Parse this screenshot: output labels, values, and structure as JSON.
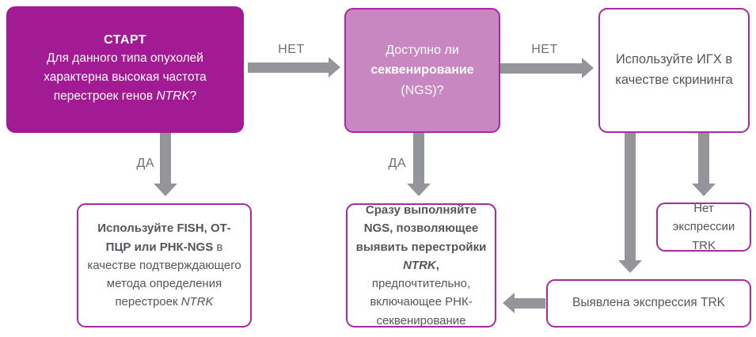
{
  "diagram_title": "NTRK testing decision flowchart",
  "colors": {
    "start_fill": "#a21b94",
    "question_fill": "#c987c1",
    "node_border": "#a929a0",
    "arrow_gray": "#939598",
    "label_gray": "#6d7077",
    "dark_text": "#54565e",
    "white_text": "#ffffff"
  },
  "nodes": {
    "start": {
      "title": "СТАРТ",
      "body_before": "Для данного типа опухолей характерна высокая частота перестроек генов ",
      "gene_italic": "NTRK",
      "body_after": "?"
    },
    "ngs_available": {
      "line1": "Доступно ли",
      "line2_bold": "секвенирование",
      "line3": "(NGS)?"
    },
    "ihc_screening": {
      "text": "Используйте ИГХ в качестве скрининга"
    },
    "fish_confirm": {
      "bold_part": "Используйте FISH, ОТ-ПЦР или РНК-NGS",
      "regular_part": " в качестве подтверждающего метода определения перестроек ",
      "gene_italic": "NTRK"
    },
    "ngs_immediate": {
      "bold_before": "Сразу выполняйте NGS, позволяющее выявить перестройки ",
      "gene_bold_italic": "NTRK",
      "bold_after": ",",
      "regular_part": " предпочтительно, включающее РНК-секвенирование"
    },
    "no_trk_expression": {
      "text": "Нет экспрессии TRK"
    },
    "trk_expression": {
      "text": "Выявлена экспрессия TRK"
    }
  },
  "edges": {
    "start_to_ngs_label": "НЕТ",
    "ngs_to_ihc_label": "НЕТ",
    "start_to_fish_label": "ДА",
    "ngs_to_immediate_label": "ДА"
  }
}
